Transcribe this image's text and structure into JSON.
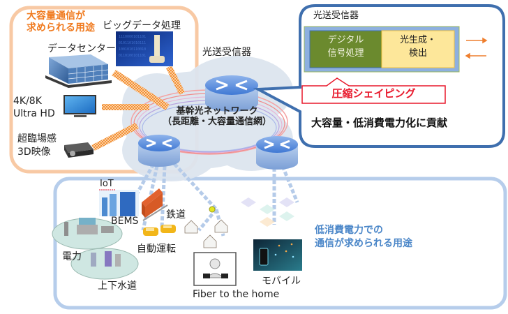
{
  "high_capacity_panel": {
    "title_line1": "大容量通信が",
    "title_line2": "求められる用途",
    "items": {
      "bigdata": "ビッグデータ処理",
      "datacenter": "データセンター",
      "uhd_line1": "4K/8K",
      "uhd_line2": "Ultra HD",
      "immersive_line1": "超臨場感",
      "immersive_line2": "3D映像"
    }
  },
  "core_network": {
    "transceiver_label": "光送受信器",
    "title_line1": "基幹光ネットワーク",
    "title_line2": "（長距離・大容量通信網）"
  },
  "transceiver_callout": {
    "title": "光送受信器",
    "dsp_line1": "デジタル",
    "dsp_line2": "信号処理",
    "optical_line1": "光生成・",
    "optical_line2": "検出",
    "shaping_label": "圧縮シェイピング",
    "contribution": "大容量・低消費電力化に貢献"
  },
  "low_power_panel": {
    "title_line1": "低消費電力での",
    "title_line2": "通信が求められる用途",
    "items": {
      "iot": "IoT",
      "bems": "BEMS",
      "railway": "鉄道",
      "power": "電力",
      "autonomous": "自動運転",
      "water": "上下水道",
      "ftth": "Fiber to the home",
      "mobile": "モバイル"
    }
  },
  "colors": {
    "orange_accent": "#f07a1e",
    "orange_border": "#f8c9a4",
    "blue_border": "#3f6fae",
    "light_blue_border": "#b6cdeb",
    "low_power_text": "#4a86c8",
    "dsp_green": "#6b8a2e",
    "optical_yellow": "#fde79a",
    "shaping_red": "#e8192c"
  }
}
